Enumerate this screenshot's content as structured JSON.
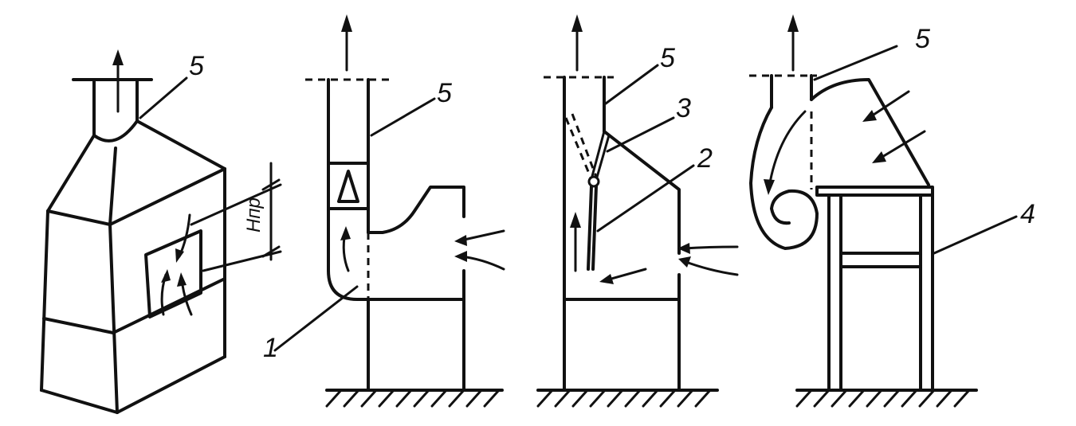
{
  "labels": {
    "duct": "5",
    "fan": "1",
    "damper": "3",
    "partition": "2",
    "table": "4",
    "opening_height": "Hпр"
  }
}
